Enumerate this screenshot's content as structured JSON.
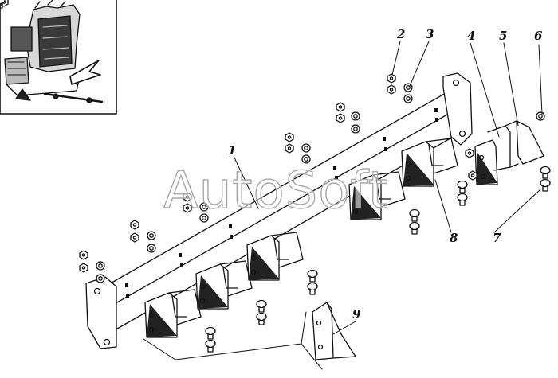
{
  "diagram": {
    "callouts": [
      "1",
      "2",
      "3",
      "4",
      "5",
      "6",
      "7",
      "8",
      "9"
    ],
    "watermark_text": "AutoSoft",
    "colors": {
      "ink": "#111111",
      "paper": "#ffffff",
      "watermark_stroke": "#a9a9a9"
    }
  }
}
